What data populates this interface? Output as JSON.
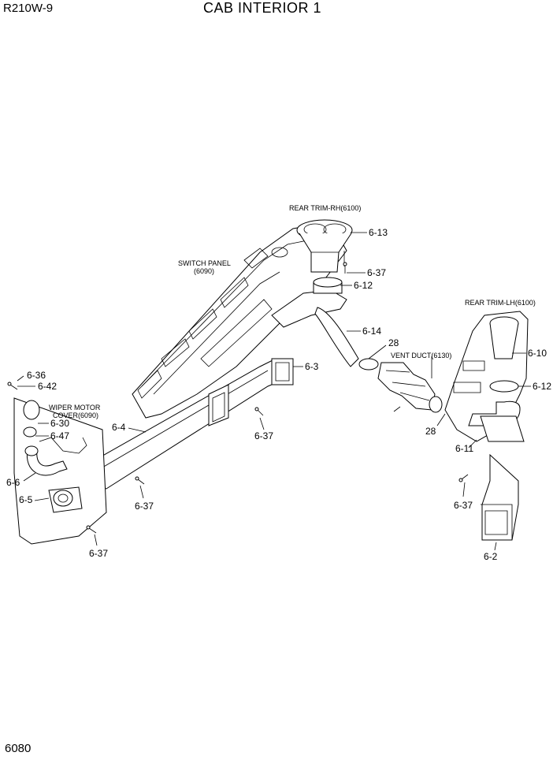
{
  "header": {
    "model": "R210W-9",
    "title": "CAB INTERIOR 1"
  },
  "footer": {
    "page_number": "6080"
  },
  "references": {
    "rear_trim_rh": "REAR TRIM-RH(6100)",
    "switch_panel_line1": "SWITCH PANEL",
    "switch_panel_line2": "(6090)",
    "rear_trim_lh": "REAR TRIM-LH(6100)",
    "vent_duct": "VENT DUCT(6130)",
    "wiper_cover_line1": "WIPER MOTOR",
    "wiper_cover_line2": "COVER(6090)"
  },
  "callouts": {
    "c_6_13": "6-13",
    "c_6_37_a": "6-37",
    "c_6_12_a": "6-12",
    "c_6_14": "6-14",
    "c_28_a": "28",
    "c_6_3": "6-3",
    "c_6_10": "6-10",
    "c_6_12_b": "6-12",
    "c_28_b": "28",
    "c_6_11": "6-11",
    "c_6_36": "6-36",
    "c_6_42": "6-42",
    "c_6_30": "6-30",
    "c_6_47": "6-47",
    "c_6_4": "6-4",
    "c_6_37_b": "6-37",
    "c_6_6": "6-6",
    "c_6_5": "6-5",
    "c_6_37_c": "6-37",
    "c_6_37_d": "6-37",
    "c_6_37_e": "6-37",
    "c_6_2": "6-2"
  }
}
